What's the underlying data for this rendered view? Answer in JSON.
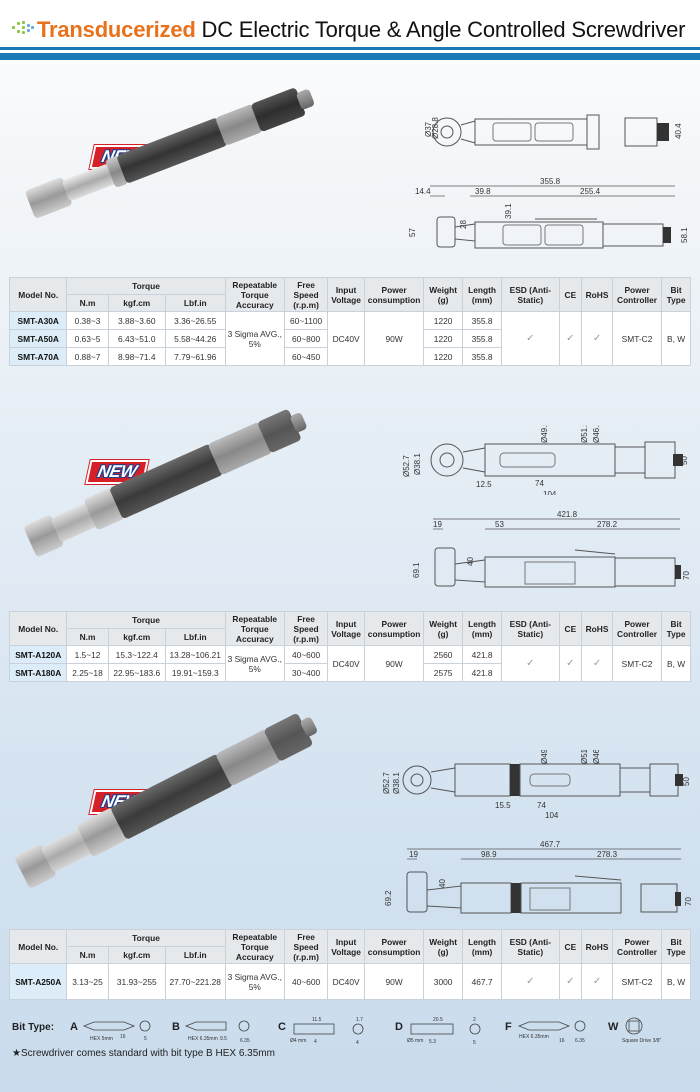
{
  "header": {
    "title_accent": "Transducerized",
    "title_rest": " DC Electric Torque & Angle Controlled Screwdriver",
    "accent_color": "#e8721c",
    "rule_color": "#1a7ab5"
  },
  "badge": {
    "label": "NEW"
  },
  "table_headers": {
    "model": "Model No.",
    "torque": "Torque",
    "nm": "N.m",
    "kgfcm": "kgf.cm",
    "lbfin": "Lbf.in",
    "accuracy": "Repeatable Torque Accuracy",
    "speed": "Free Speed (r.p.m)",
    "voltage": "Input Voltage",
    "power": "Power consumption",
    "weight": "Weight (g)",
    "length": "Length (mm)",
    "esd": "ESD (Anti-Static)",
    "ce": "CE",
    "rohs": "RoHS",
    "controller": "Power Controller",
    "bit": "Bit Type"
  },
  "groups": [
    {
      "shared": {
        "accuracy": "3 Sigma AVG., 5%",
        "voltage": "DC40V",
        "power": "90W",
        "esd": "✓",
        "ce": "✓",
        "rohs": "✓",
        "controller": "SMT-C2",
        "bit": "B, W"
      },
      "rows": [
        {
          "model": "SMT-A30A",
          "nm": "0.38~3",
          "kgfcm": "3.88~3.60",
          "lbfin": "3.36~26.55",
          "speed": "60~1100",
          "weight": "1220",
          "length": "355.8"
        },
        {
          "model": "SMT-A50A",
          "nm": "0.63~5",
          "kgfcm": "6.43~51.0",
          "lbfin": "5.58~44.26",
          "speed": "60~800",
          "weight": "1220",
          "length": "355.8"
        },
        {
          "model": "SMT-A70A",
          "nm": "0.88~7",
          "kgfcm": "8.98~71.4",
          "lbfin": "7.79~61.96",
          "speed": "60~450",
          "weight": "1220",
          "length": "355.8"
        }
      ],
      "drawing": {
        "top": {
          "d1": "Ø37",
          "d2": "Ø28.8",
          "h": "40.4"
        },
        "side": {
          "total": "355.8",
          "a": "14.4",
          "b": "39.8",
          "c": "255.4",
          "h1": "57",
          "h2": "28",
          "h3": "39.1",
          "h4": "58.1"
        }
      }
    },
    {
      "shared": {
        "accuracy": "3 Sigma AVG., 5%",
        "voltage": "DC40V",
        "power": "90W",
        "esd": "✓",
        "ce": "✓",
        "rohs": "✓",
        "controller": "SMT-C2",
        "bit": "B, W"
      },
      "rows": [
        {
          "model": "SMT-A120A",
          "nm": "1.5~12",
          "kgfcm": "15.3~122.4",
          "lbfin": "13.28~106.21",
          "speed": "40~600",
          "weight": "2560",
          "length": "421.8"
        },
        {
          "model": "SMT-A180A",
          "nm": "2.25~18",
          "kgfcm": "22.95~183.6",
          "lbfin": "19.91~159.3",
          "speed": "30~400",
          "weight": "2575",
          "length": "421.8"
        }
      ],
      "drawing": {
        "top": {
          "d1": "Ø52.7",
          "d2": "Ø38.1",
          "d3": "Ø49.5",
          "d4": "Ø51.5",
          "d5": "Ø46.2",
          "w1": "12.5",
          "w2": "74",
          "w3": "104",
          "h": "50"
        },
        "side": {
          "total": "421.8",
          "a": "19",
          "b": "53",
          "c": "278.2",
          "h1": "69.1",
          "h2": "40",
          "h4": "70"
        }
      }
    },
    {
      "shared": {
        "accuracy": "3 Sigma AVG., 5%",
        "voltage": "DC40V",
        "power": "90W",
        "esd": "✓",
        "ce": "✓",
        "rohs": "✓",
        "controller": "SMT-C2",
        "bit": "B, W"
      },
      "rows": [
        {
          "model": "SMT-A250A",
          "nm": "3.13~25",
          "kgfcm": "31.93~255",
          "lbfin": "27.70~221.28",
          "speed": "40~600",
          "weight": "3000",
          "length": "467.7"
        }
      ],
      "drawing": {
        "top": {
          "d1": "Ø52.7",
          "d2": "Ø38.1",
          "d3": "Ø49.5",
          "d4": "Ø51.5",
          "d5": "Ø46.2",
          "w1": "15.5",
          "w2": "74",
          "w3": "104",
          "h": "50"
        },
        "side": {
          "total": "467.7",
          "a": "19",
          "b": "98.9",
          "c": "278.3",
          "h1": "69.2",
          "h2": "40",
          "h4": "70"
        }
      }
    }
  ],
  "bit_types": {
    "label": "Bit Type:",
    "items": [
      {
        "letter": "A",
        "caption": "HEX 5mm",
        "dims": [
          "16",
          "5"
        ]
      },
      {
        "letter": "B",
        "caption": "HEX 6.35mm",
        "dims": [
          "9.5",
          "6.35"
        ]
      },
      {
        "letter": "C",
        "caption": "Ø4 mm",
        "dims": [
          "11.5",
          "4",
          "1.7",
          "4"
        ]
      },
      {
        "letter": "D",
        "caption": "Ø5 mm",
        "dims": [
          "20.5",
          "5.3",
          "2",
          "5"
        ]
      },
      {
        "letter": "F",
        "caption": "HEX 6.35mm",
        "dims": [
          "16",
          "6.35"
        ]
      },
      {
        "letter": "W",
        "caption": "Square Drive 3/8\""
      }
    ]
  },
  "note": "★Screwdriver comes standard with bit type B HEX 6.35mm"
}
